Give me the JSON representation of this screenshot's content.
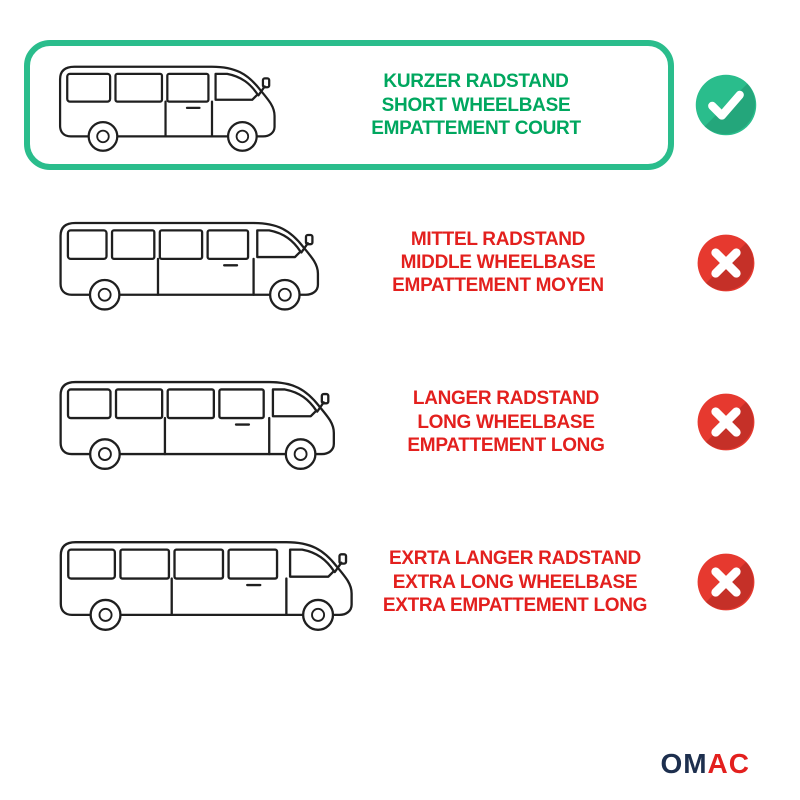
{
  "colors": {
    "green": "#2abd8c",
    "green-text": "#00a75f",
    "red": "#e6392f",
    "red-text": "#e3201e",
    "navy": "#1d2f4e",
    "ink": "#1f1f1f"
  },
  "rows": [
    {
      "id": "short-wheelbase",
      "lines": [
        "KURZER RADSTAND",
        "SHORT WHEELBASE",
        "EMPATTEMENT COURT"
      ],
      "status": "check-icon",
      "selected": true
    },
    {
      "id": "middle-wheelbase",
      "lines": [
        "MITTEL RADSTAND",
        "MIDDLE WHEELBASE",
        "EMPATTEMENT MOYEN"
      ],
      "status": "cross-icon",
      "selected": false
    },
    {
      "id": "long-wheelbase",
      "lines": [
        "LANGER RADSTAND",
        "LONG WHEELBASE",
        "EMPATTEMENT LONG"
      ],
      "status": "cross-icon",
      "selected": false
    },
    {
      "id": "extra-long-wheelbase",
      "lines": [
        "EXRTA LANGER RADSTAND",
        "EXTRA LONG WHEELBASE",
        "EXTRA EMPATTEMENT LONG"
      ],
      "status": "cross-icon",
      "selected": false
    }
  ],
  "logo": {
    "om": "OM",
    "ac": "AC"
  }
}
